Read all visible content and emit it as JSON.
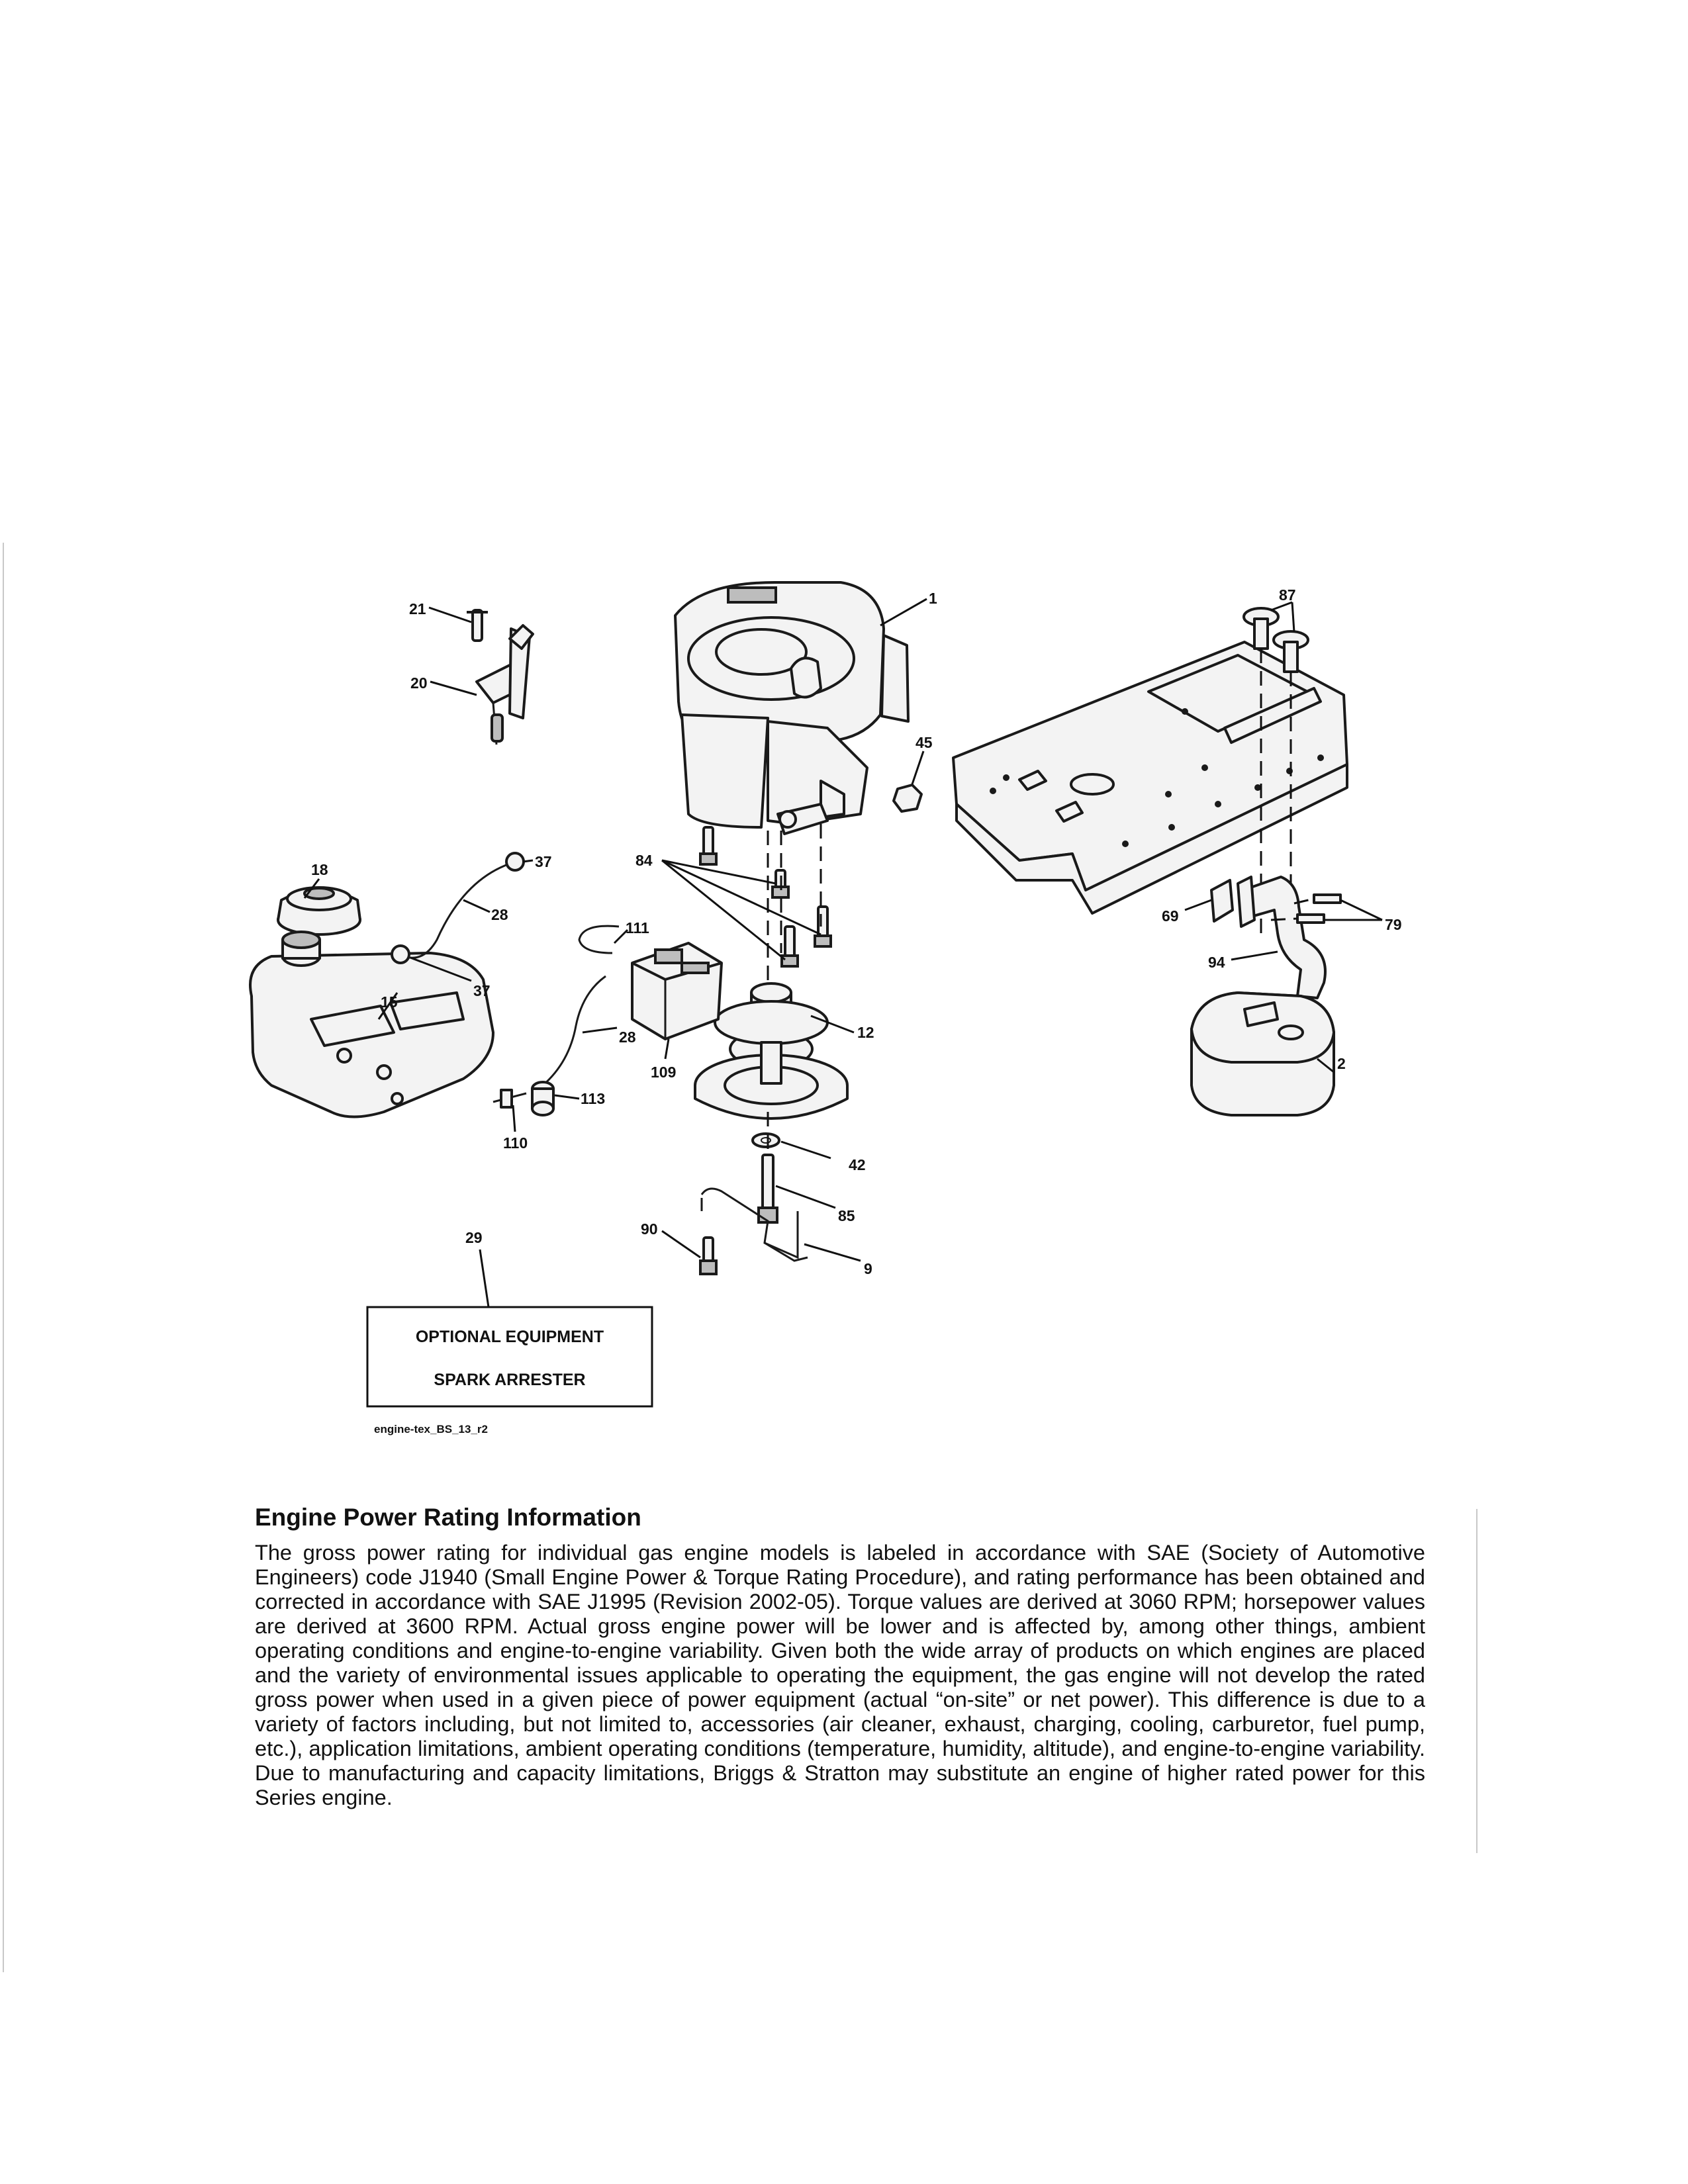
{
  "diagram": {
    "callouts": [
      "21",
      "20",
      "1",
      "87",
      "45",
      "84",
      "37",
      "28",
      "37",
      "18",
      "15",
      "111",
      "28",
      "109",
      "113",
      "110",
      "12",
      "42",
      "85",
      "90",
      "9",
      "69",
      "79",
      "94",
      "2",
      "29"
    ],
    "optional_box": {
      "line1": "OPTIONAL EQUIPMENT",
      "line2": "SPARK ARRESTER"
    },
    "drawing_code": "engine-tex_BS_13_r2"
  },
  "rating": {
    "title": "Engine Power Rating Information",
    "body": "The gross power rating for individual gas engine models is labeled in accordance with SAE (Society of Automotive Engineers) code J1940 (Small Engine Power & Torque Rating Procedure), and rating performance has been obtained and corrected in accordance with SAE J1995 (Revision 2002-05). Torque values are derived at 3060 RPM; horsepower values are derived at 3600 RPM. Actual gross engine power will be lower and is affected by, among other things, ambient operating conditions and engine-to-engine variability. Given both the wide array of products on which engines are placed and the variety of environmental issues applicable to operating the equipment, the gas engine will not develop the rated gross power when used in a given piece of power equipment (actual “on-site” or net power). This difference is due to a variety of factors including, but not limited to, accessories (air cleaner, exhaust, charging, cooling, carburetor, fuel pump, etc.), application limitations, ambient operating conditions (temperature, humidity, altitude), and engine-to-engine variability. Due to manufacturing and capacity limitations, Briggs & Stratton may substitute an engine of higher rated power for this Series engine."
  }
}
